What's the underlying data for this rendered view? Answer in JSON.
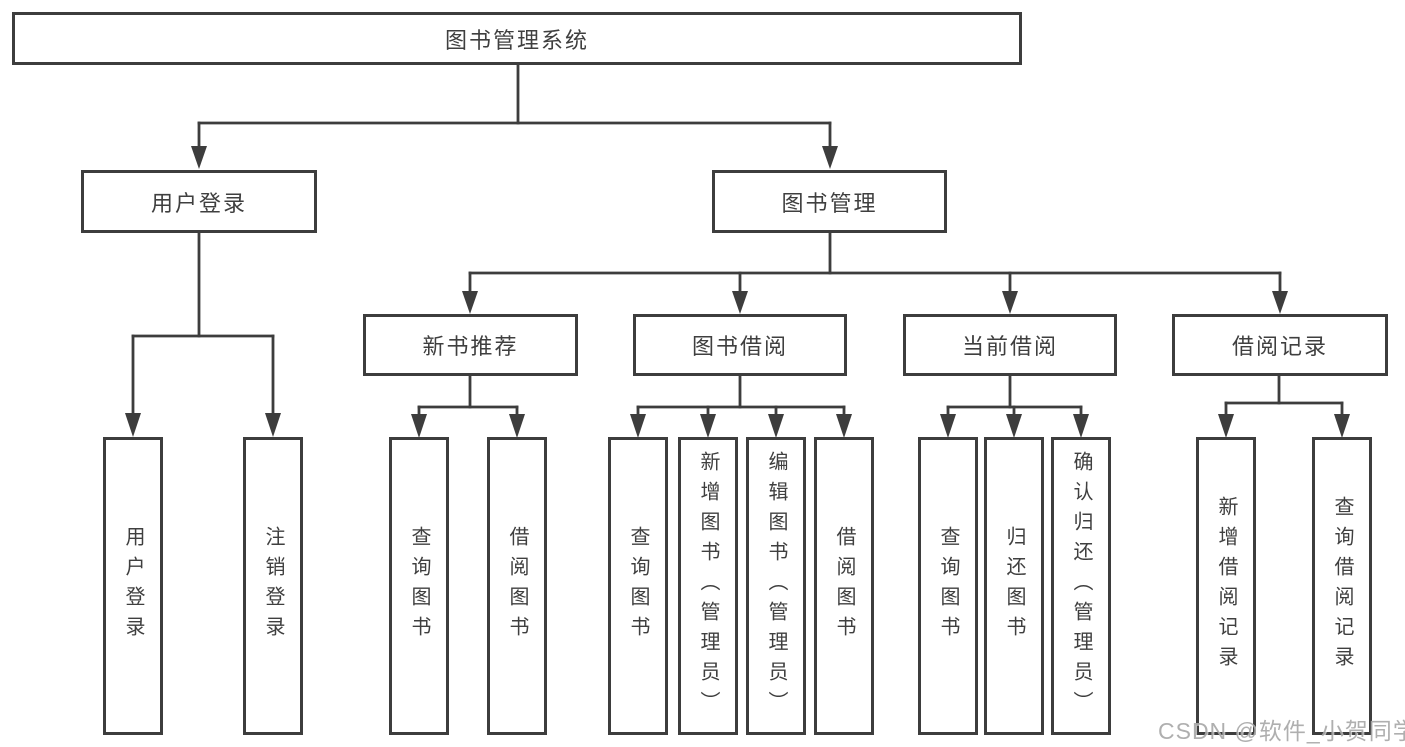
{
  "tree": {
    "root": {
      "label": "图书管理系统"
    },
    "branches": [
      {
        "label": "用户登录",
        "children": [
          {
            "label": "用户登录"
          },
          {
            "label": "注销登录"
          }
        ]
      },
      {
        "label": "图书管理",
        "children": [
          {
            "label": "新书推荐",
            "children": [
              {
                "label": "查询图书"
              },
              {
                "label": "借阅图书"
              }
            ]
          },
          {
            "label": "图书借阅",
            "children": [
              {
                "label": "查询图书"
              },
              {
                "label": "新增图书（管理员）"
              },
              {
                "label": "编辑图书（管理员）"
              },
              {
                "label": "借阅图书"
              }
            ]
          },
          {
            "label": "当前借阅",
            "children": [
              {
                "label": "查询图书"
              },
              {
                "label": "归还图书"
              },
              {
                "label": "确认归还（管理员）"
              }
            ]
          },
          {
            "label": "借阅记录",
            "children": [
              {
                "label": "新增借阅记录"
              },
              {
                "label": "查询借阅记录"
              }
            ]
          }
        ]
      }
    ]
  },
  "watermark": {
    "text": "CSDN @软件_小贺同学"
  },
  "colors": {
    "line": "#3d3d3d",
    "box_border": "#3d3d3d",
    "box_fill": "#ffffff",
    "text": "#3f3f3f",
    "watermark": "#a9a9a9",
    "background": "#ffffff"
  }
}
